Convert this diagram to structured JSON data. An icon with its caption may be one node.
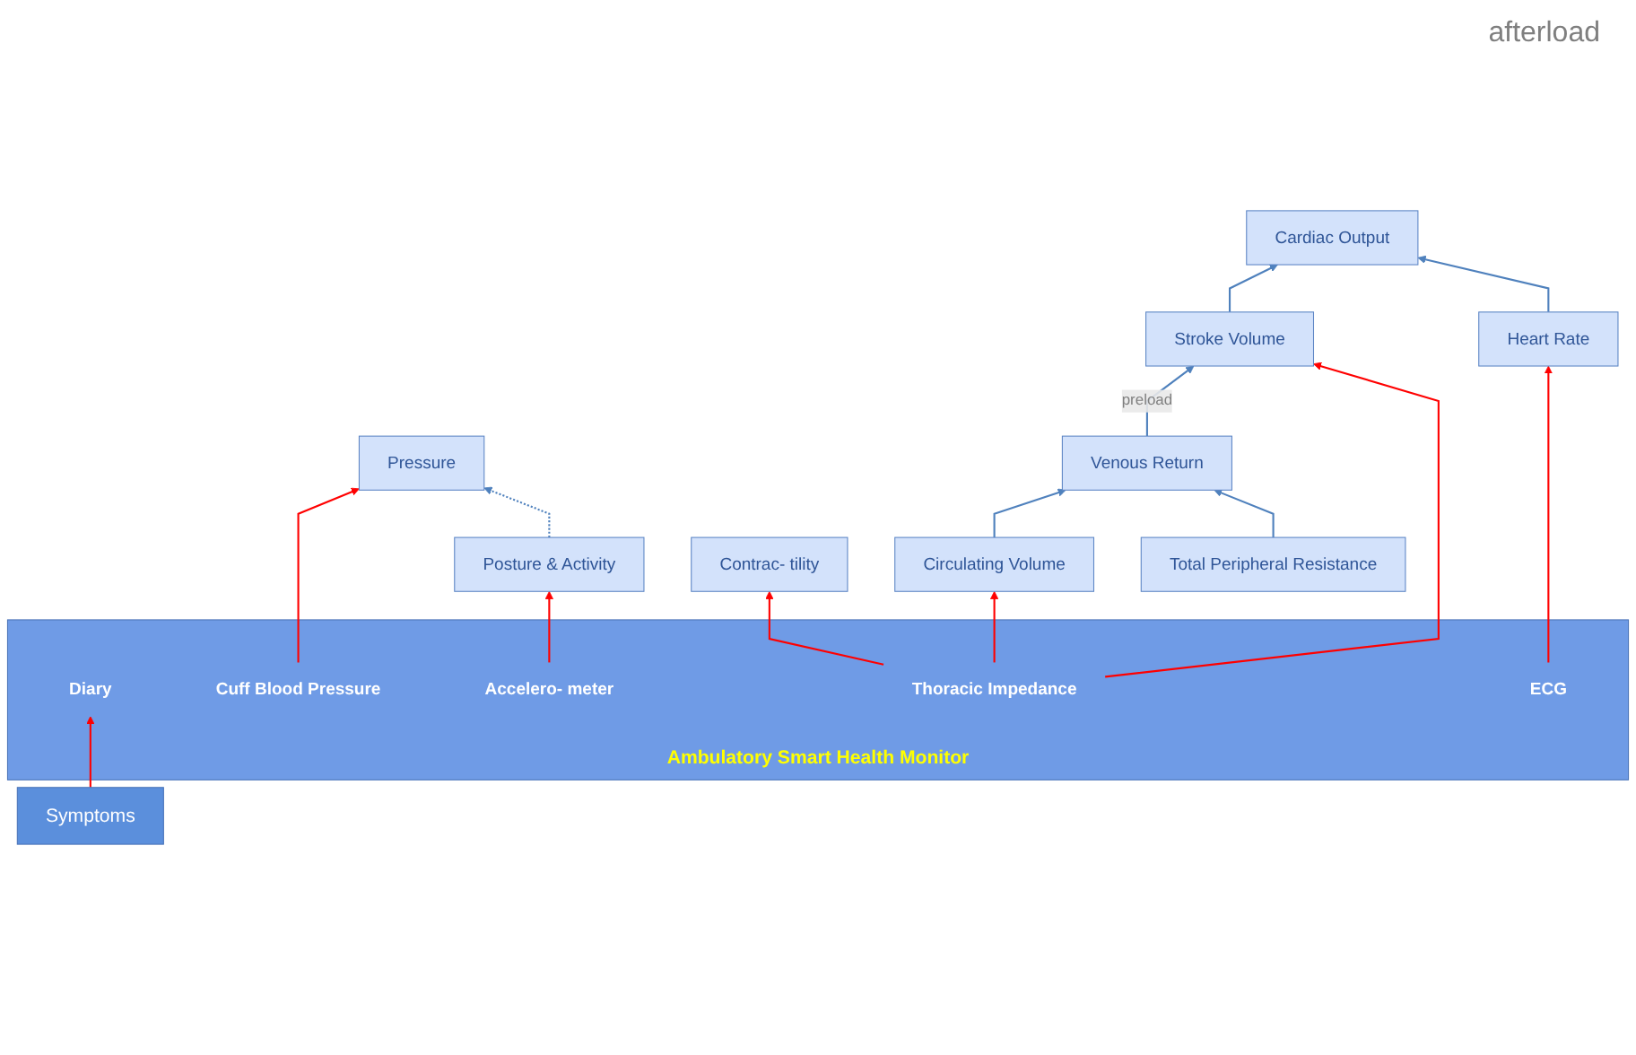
{
  "diagram": {
    "nodes": [
      {
        "text": [
          "Symptoms"
        ]
      },
      {
        "text": [
          "Posture & Activity"
        ]
      },
      {
        "text": [
          "Pressure"
        ]
      },
      {
        "text": [
          "Cardiac Output"
        ]
      },
      {
        "text": [
          "Total Peripheral Resistance"
        ]
      },
      {
        "text": [
          "Heart Rate"
        ]
      },
      {
        "text": [
          "Stroke Volume"
        ]
      },
      {
        "text": [
          "Contrac- tility"
        ]
      },
      {
        "text": [
          "Venous Return"
        ]
      },
      {
        "text": [
          "Circulating Volume"
        ]
      },
      {
        "text": [
          "Ambulatory Smart Health Monitor"
        ]
      },
      {
        "text": [
          "Diary"
        ],
        "in": 10
      },
      {
        "text": [
          "Accelero- meter"
        ],
        "in": 10
      },
      {
        "text": [
          "Cuff Blood Pressure"
        ],
        "in": 10
      },
      {
        "text": [
          "ECG"
        ],
        "in": 10
      },
      {
        "text": [
          "Thoracic Impedance"
        ],
        "in": 10
      }
    ],
    "edges": [
      {
        "from": 0,
        "to": 11,
        "arrow": "to"
      },
      {
        "from": 12,
        "to": 1,
        "arrow": "to"
      },
      {
        "from": 1,
        "to": 2,
        "arrow": "to",
        "style": "dashed",
        "color": "#4f81bd"
      },
      {
        "from": 13,
        "to": 2,
        "arrow": "to"
      },
      {
        "from": 5,
        "to": 3,
        "arrow": "to",
        "color": "#4f81bd"
      },
      {
        "from": 6,
        "to": 3,
        "arrow": "to",
        "color": "#4f81bd"
      },
      {
        "from": 14,
        "to": 5,
        "arrow": "to"
      },
      {
        "from": 15,
        "to": 6,
        "arrow": "to"
      },
      {
        "from": 4,
        "to": 8,
        "arrow": "to",
        "color": "#4f81bd"
      },
      {
        "from": 8,
        "to": 6,
        "arrow": "to",
        "label": "preload",
        "color": "#4f81bd"
      },
      {
        "from": 15,
        "to": 7,
        "arrow": "to"
      },
      {
        "from": 9,
        "to": 8,
        "arrow": "to",
        "color": "#4f81bd"
      },
      {
        "from": 15,
        "to": 9,
        "arrow": "to"
      }
    ],
    "labels": [
      "afterload"
    ]
  }
}
